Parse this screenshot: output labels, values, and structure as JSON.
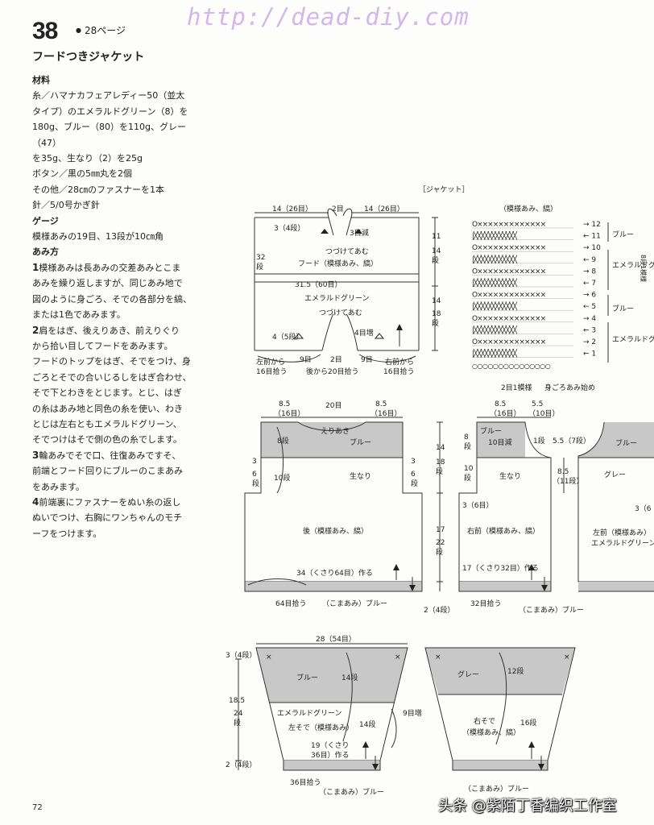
{
  "page": {
    "pattern_number": "38",
    "page_ref": "28ページ",
    "watermark": "http://dead-diy.com",
    "title": "フードつきジャケット",
    "footer_page": "72",
    "credit": "头条 @紫陌丁香编织工作室"
  },
  "text": {
    "materials_heading": "材料",
    "materials_lines": [
      "糸／ハマナカフェアレディー50（並太",
      "タイプ）のエメラルドグリーン（8）を",
      "180g、ブルー（80）を110g、グレー（47）",
      "を35g、生なり（2）を25g",
      "ボタン／黒の5㎜丸を2個",
      "その他／28㎝のファスナーを1本",
      "針／5/0号かぎ針"
    ],
    "gauge_heading": "ゲージ",
    "gauge_text": "模様あみの19目、13段が10㎝角",
    "method_heading": "あみ方",
    "steps": [
      {
        "num": "1",
        "lines": [
          "模様あみは長あみの交差あみとこま",
          "あみを繰り返しますが、同じあみ地で",
          "図のように身ごろ、そでの各部分を縞、",
          "または1色であみます。"
        ]
      },
      {
        "num": "2",
        "lines": [
          "肩をはぎ、後えりあき、前えりぐり",
          "から拾い目してフードをあみます。",
          "フードのトップをはぎ、そでをつけ、身",
          "ごろとそでの合いじるしをはぎ合わせ、",
          "そで下とわきをとじます。とじ、はぎ",
          "の糸はあみ地と同色の糸を使い、わき",
          "とじは左右ともエメラルドグリーン、",
          "そでつけはそで側の色の糸でします。"
        ]
      },
      {
        "num": "3",
        "lines": [
          "輪あみでそで口、往復あみですそ、",
          "前端とフード回りにブルーのこまあみ",
          "をあみます。"
        ]
      },
      {
        "num": "4",
        "lines": [
          "前端裏にファスナーをぬい糸の返し",
          "ぬいでつけ、右胸にワンちゃんのモチ",
          "ーフをつけます。"
        ]
      }
    ]
  },
  "diagram": {
    "jacket_label": "［ジャケット］",
    "hood": {
      "top_left": "14（26目）",
      "top_center": "2目",
      "top_right": "14（26目）",
      "dec_left": "3（4段）",
      "dec_right": "3目減",
      "join_top": "つづけてあむ",
      "label": "フード（模様あみ、縞）",
      "side_cm": "32",
      "side_unit": "段",
      "width": "31.5（60目）",
      "color": "エメラルドグリーン",
      "join_bottom": "つづけてあむ",
      "dec_bl": "4（5段）",
      "inc_br": "4目増",
      "h1": "11",
      "h2": "14",
      "h2u": "段",
      "h3": "14",
      "h4": "18",
      "h4u": "段",
      "pick_left_1": "左前から",
      "pick_left_2": "16目拾う",
      "nine_l": "9目",
      "two_c": "2目",
      "nine_r": "9目",
      "pick_back": "後から20目拾う",
      "pick_right_1": "右前から",
      "pick_right_2": "16目拾う"
    },
    "stitch_chart": {
      "title": "（模様あみ、縞）",
      "rows": [
        "12",
        "11",
        "10",
        "9",
        "8",
        "7",
        "6",
        "5",
        "4",
        "3",
        "2",
        "1"
      ],
      "color_blue": "ブルー",
      "color_green": "エメラルドグリーン",
      "color_blue2": "ブルー",
      "color_green2": "エメラルドグリーン",
      "repeat_note": "8段1模様",
      "bottom_1": "2目1模様",
      "bottom_2": "身ごろあみ始め"
    },
    "back": {
      "top_l": "8.5",
      "top_lu": "（16目）",
      "top_c": "20目",
      "top_r": "8.5",
      "top_ru": "（16目）",
      "neck": "えりあき",
      "blue": "ブルー",
      "rows8": "8段",
      "rows10": "10段",
      "natural": "生なり",
      "side_l": "3",
      "side_lu": "6",
      "side_lu2": "段",
      "side_r": "3",
      "side_ru": "6",
      "side_ru2": "段",
      "label": "後（模様あみ、縞）",
      "chain": "34（くさり64目）作る",
      "pick": "64目拾う",
      "edge": "（こまあみ）ブルー"
    },
    "front_dims": {
      "h1": "14",
      "h1u": "18",
      "h1u2": "段",
      "h2": "17",
      "h2u": "22",
      "h2u2": "段",
      "h3": "2（4段）"
    },
    "right_front": {
      "top_l": "8.5",
      "top_lu": "（16目）",
      "top_r": "5.5",
      "top_ru": "（10目）",
      "blue": "ブルー",
      "dec": "10目減",
      "rows8": "8",
      "rows8u": "段",
      "one_row": "1段",
      "neck_h": "5.5（7段）",
      "natural": "生なり",
      "rows10": "10",
      "rows10u": "段",
      "side_h": "8.5",
      "side_hu": "（11段）",
      "side3": "3（6目）",
      "label": "右前（模様あみ、縞）",
      "chain": "17（くさり32目）作る",
      "pick": "32目拾う",
      "edge": "（こまあみ）ブルー"
    },
    "left_front": {
      "blue": "ブルー",
      "grey": "グレー",
      "label_1": "左前（模様あみ）",
      "label_2": "エメラルドグリーン",
      "side": "3（6"
    },
    "top_width": "28（54目）",
    "left_sleeve": {
      "top": "3（4段）",
      "blue": "ブルー",
      "rows14a": "14段",
      "color": "エメラルドグリーン",
      "label": "左そで（模様あみ）",
      "rows14b": "14段",
      "inc": "9目増",
      "h": "18.5",
      "hu": "24",
      "hu2": "段",
      "chain_1": "19（くさり",
      "chain_2": "36目）作る",
      "bottom": "2（4段）",
      "pick": "36目拾う",
      "edge": "（こまあみ）ブルー"
    },
    "right_sleeve": {
      "grey": "グレー",
      "rows12": "12段",
      "label_1": "右そで",
      "label_2": "（模様あみ、縞）",
      "rows16": "16段",
      "edge": "（こまあみ）ブルー"
    }
  }
}
